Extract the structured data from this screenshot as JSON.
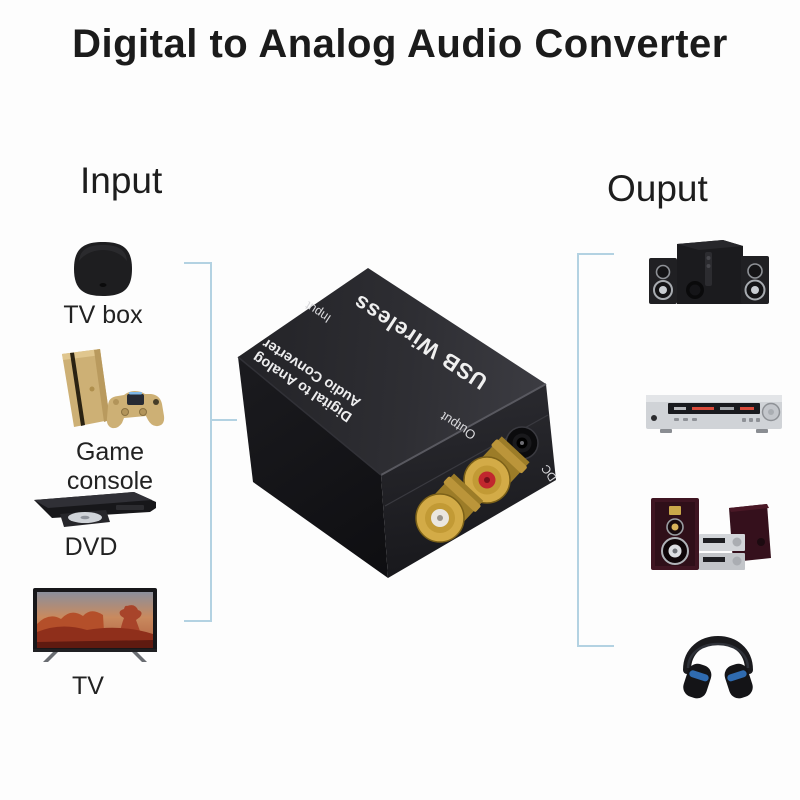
{
  "title": "Digital to Analog Audio Converter",
  "input_section": {
    "heading": "Input",
    "devices": [
      {
        "label": "TV box",
        "icon": "tv-box-icon"
      },
      {
        "label": "Game console",
        "icon": "game-console-icon"
      },
      {
        "label": "DVD",
        "icon": "dvd-player-icon"
      },
      {
        "label": "TV",
        "icon": "tv-icon"
      }
    ]
  },
  "output_section": {
    "heading": "Ouput",
    "devices": [
      {
        "icon": "speaker-system-icon"
      },
      {
        "icon": "amplifier-icon"
      },
      {
        "icon": "hifi-stereo-icon"
      },
      {
        "icon": "headphones-icon"
      }
    ]
  },
  "converter_box": {
    "brand_text": "USB Wireless",
    "label_line1": "Digital to Analog",
    "label_line2": "Audio Converter",
    "input_port_label": "Input",
    "output_port_label": "Output",
    "dc_port_label": "DC"
  },
  "colors": {
    "bracket_line": "#b3d2e2",
    "title_text": "#1b1b1b",
    "box_top": "#2e2e33",
    "rca_gold": "#d3ab47",
    "rca_white": "#eae6df",
    "rca_red": "#c1272e"
  }
}
